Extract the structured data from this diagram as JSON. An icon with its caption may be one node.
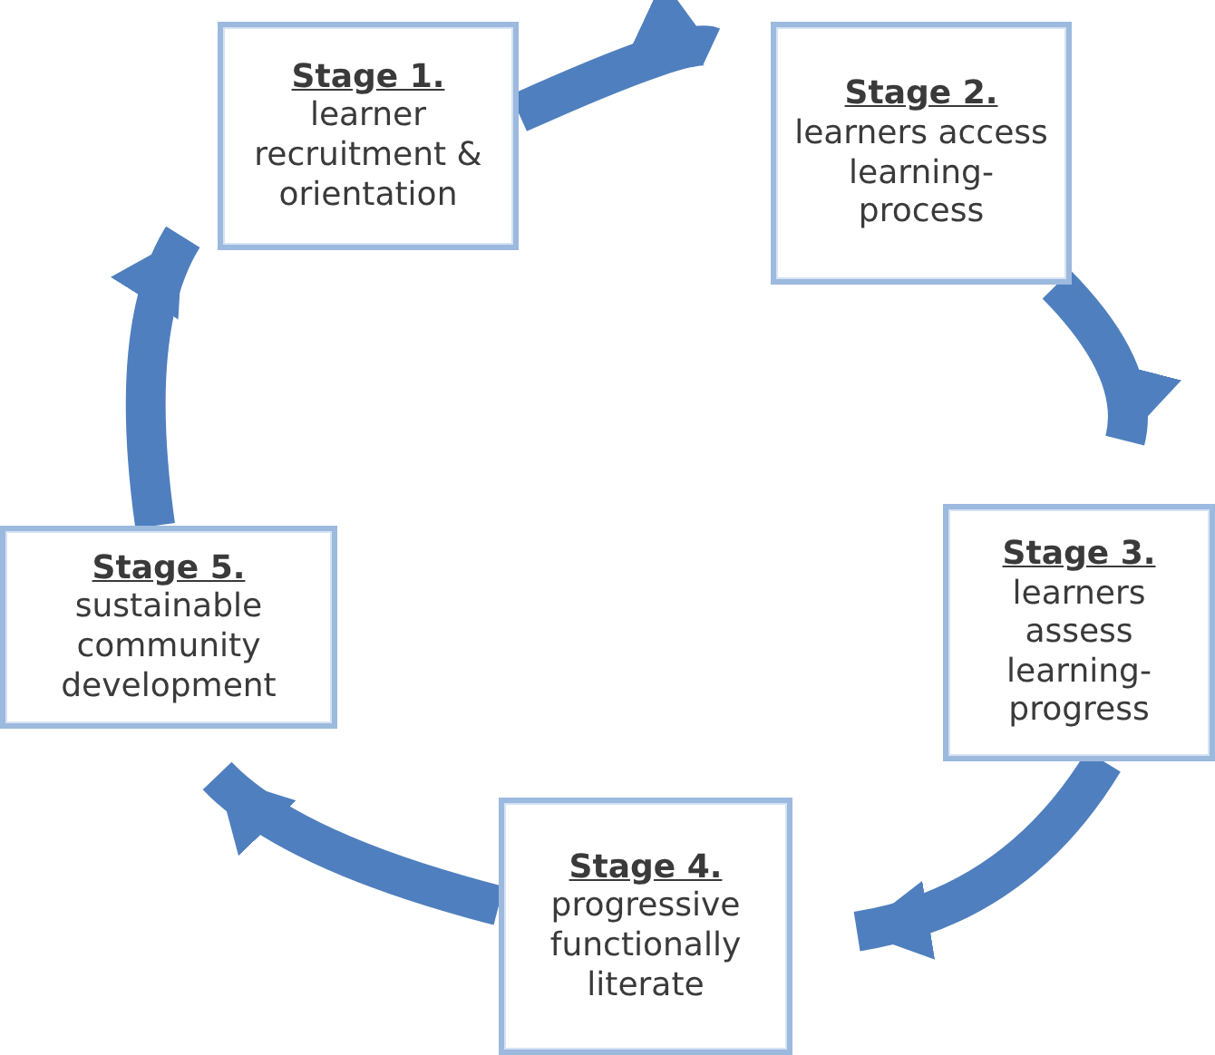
{
  "diagram": {
    "nodes": [
      {
        "text": [
          "Stage 1.",
          "learner recruitment & orientation"
        ]
      },
      {
        "text": [
          "Stage 2.",
          "learners access learning-process"
        ]
      },
      {
        "text": [
          "Stage 3.",
          "learners assess learning-progress"
        ]
      },
      {
        "text": [
          "Stage 4.",
          "progressive functionally literate"
        ]
      },
      {
        "text": [
          "Stage 5.",
          "sustainable community development"
        ]
      }
    ],
    "edges": [
      {
        "from": 0,
        "to": 1,
        "arrow": "to"
      },
      {
        "from": 1,
        "to": 2,
        "arrow": "to"
      },
      {
        "from": 2,
        "to": 3,
        "arrow": "to"
      },
      {
        "from": 3,
        "to": 4,
        "arrow": "to"
      },
      {
        "from": 4,
        "to": 0,
        "arrow": "to"
      }
    ]
  }
}
